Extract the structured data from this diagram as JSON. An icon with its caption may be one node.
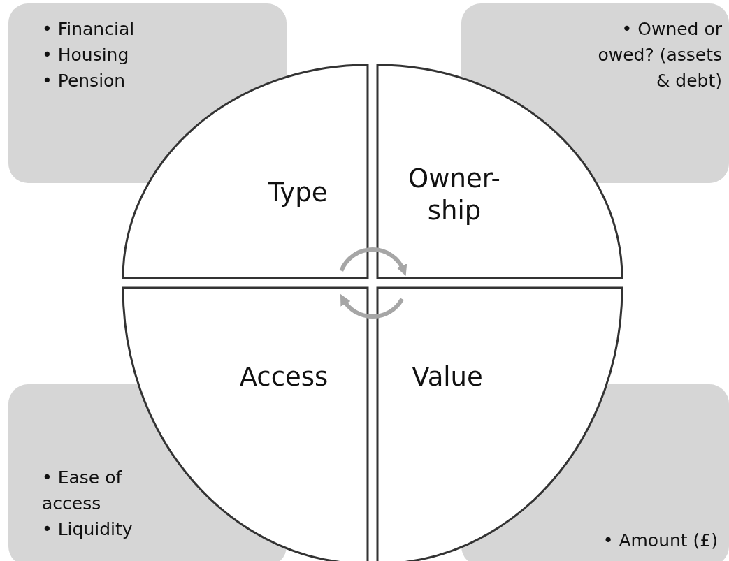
{
  "diagram": {
    "nodes": [
      {
        "text": [
          "• Financial",
          "• Housing",
          "• Pension"
        ]
      },
      {
        "text": [
          "• Owned or owed? (assets & debt)"
        ]
      },
      {
        "text": [
          "Type"
        ]
      },
      {
        "text": [
          "Owner- ship"
        ]
      },
      {
        "text": [
          "• Ease of access",
          "• Liquidity"
        ]
      },
      {
        "text": [
          "• Amount (£)"
        ]
      },
      {
        "text": [
          "Access"
        ]
      },
      {
        "text": [
          "Value"
        ]
      }
    ],
    "edges": [
      {
        "from": 2,
        "to": 3,
        "arrow": "to"
      },
      {
        "from": 7,
        "to": 6,
        "arrow": "to"
      }
    ]
  }
}
